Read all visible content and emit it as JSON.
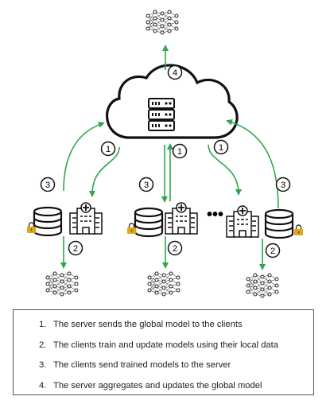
{
  "labels": {
    "step1": "1",
    "step2": "2",
    "step3": "3",
    "step4": "4",
    "ellipsis": "•••"
  },
  "colors": {
    "arrow": "#2ca84a",
    "outline": "#111111",
    "lock": "#e0a616"
  },
  "icons": {
    "server": "server-rack-icon",
    "cloud": "cloud-icon",
    "database": "database-icon",
    "hospital": "hospital-icon",
    "lock": "lock-icon",
    "model": "neural-network-icon"
  },
  "legend": {
    "items": [
      {
        "num": "1.",
        "text": "The server sends the global model to the clients"
      },
      {
        "num": "2.",
        "text": "The clients train and update models using their local data"
      },
      {
        "num": "3.",
        "text": "The clients send trained models to the server"
      },
      {
        "num": "4.",
        "text": "The server aggregates and updates the global model"
      }
    ]
  }
}
